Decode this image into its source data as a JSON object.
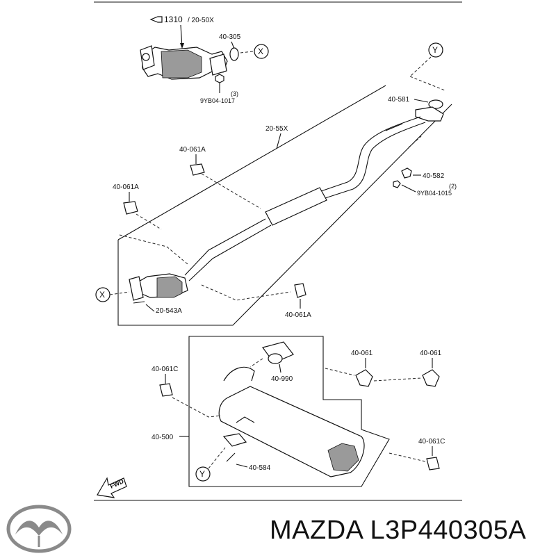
{
  "labels": {
    "cat_ref": "1310",
    "cat_part": "/ 20-50X",
    "gasket_top": "40-305",
    "x_marker": "X",
    "y_marker": "Y",
    "nut_top": "9YB04-1017",
    "nut_top_qty": "(3)",
    "pipe_front": "20-55X",
    "gasket_right": "40-581",
    "spring": "40-582",
    "nut_right": "9YB04-1015",
    "nut_right_qty": "(2)",
    "hanger_a1": "40-061A",
    "hanger_a2": "40-061A",
    "hanger_a3": "40-061A",
    "stud_front": "20-543A",
    "tail_tip": "40-990",
    "hanger_1": "40-061",
    "hanger_2": "40-061",
    "hanger_c1": "40-061C",
    "hanger_c2": "40-061C",
    "muffler": "40-500",
    "stud_rear": "40-584",
    "fwd": "FWD"
  },
  "brand": {
    "text": "MAZDA L3P440305A",
    "logo_icon": "mazda-logo-icon"
  }
}
